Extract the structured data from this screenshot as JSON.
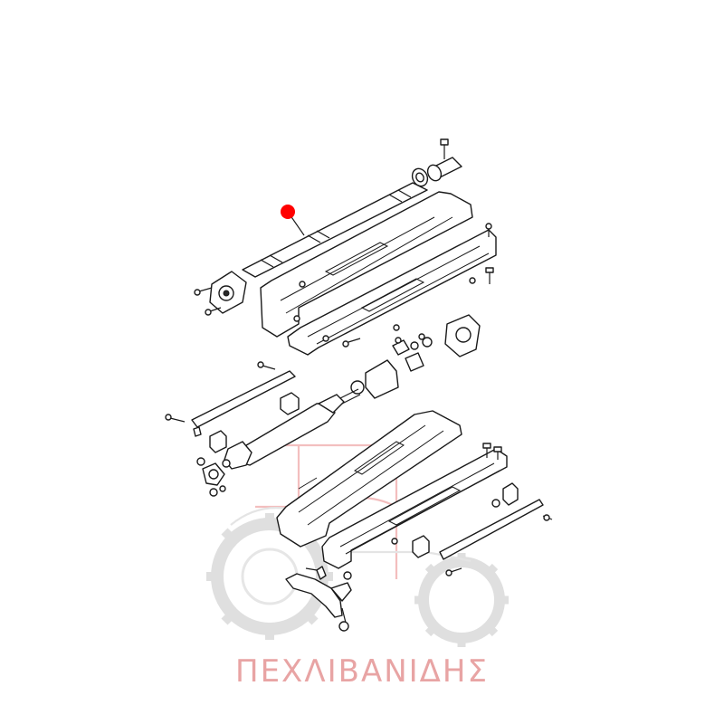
{
  "watermark": {
    "text": "ΠΕΧΛΙΒΑΝΙΔΗΣ",
    "color": "#e8a4a4",
    "logo_color": "#d8d8d8",
    "logo_accent": "#f2b8b8"
  },
  "marker": {
    "color": "#ff0000",
    "label": "red-dot-marker"
  },
  "icons": [
    "tractor-logo-icon",
    "red-marker-dot"
  ]
}
